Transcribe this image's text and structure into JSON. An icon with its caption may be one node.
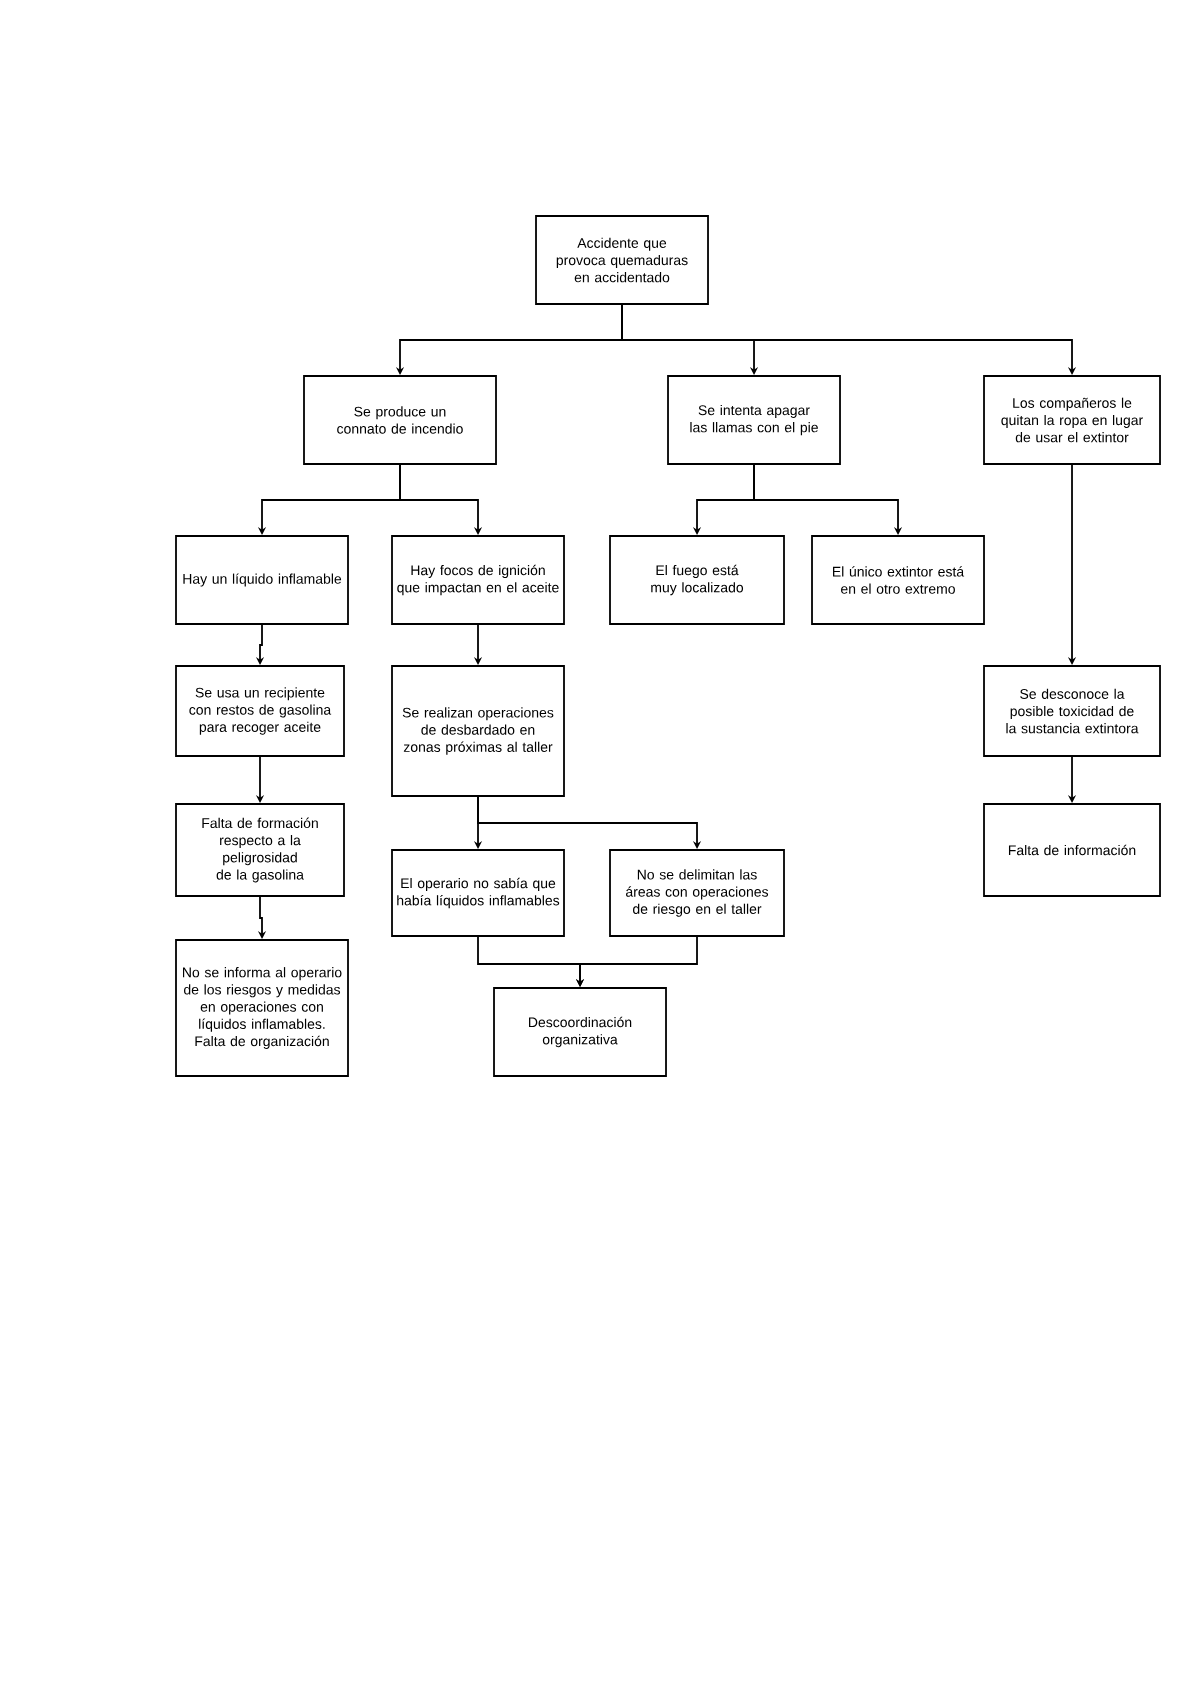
{
  "diagram": {
    "nodes": [
      {
        "text": [
          "Accidente que provoca quemaduras en accidentado"
        ]
      },
      {
        "text": [
          "Se produce un connato de incendio"
        ]
      },
      {
        "text": [
          "Se intenta apagar las llamas con el pie"
        ]
      },
      {
        "text": [
          "Los compañeros le quitan la ropa en lugar de usar el extintor"
        ]
      },
      {
        "text": [
          "Hay un líquido inflamable"
        ]
      },
      {
        "text": [
          "Hay focos de ignición que impactan en el aceite"
        ]
      },
      {
        "text": [
          "El fuego está muy localizado"
        ]
      },
      {
        "text": [
          "El único extintor está en el otro extremo"
        ]
      },
      {
        "text": [
          "Se usa un recipiente con restos de gasolina para recoger aceite"
        ]
      },
      {
        "text": [
          "Se realizan operaciones de desbardado en zonas próximas al taller"
        ]
      },
      {
        "text": [
          "Se desconoce la posible toxicidad de la sustancia extintora"
        ]
      },
      {
        "text": [
          "Falta de formación respecto a la peligrosidad de la gasolina"
        ]
      },
      {
        "text": [
          "El operario no sabía que había líquidos inflamables"
        ]
      },
      {
        "text": [
          "No se delimitan las áreas con operaciones de riesgo en el taller"
        ]
      },
      {
        "text": [
          "Falta de información"
        ]
      },
      {
        "text": [
          "No se informa al operario de los riesgos y medidas en operaciones con líquidos inflamables. Falta de organización"
        ]
      },
      {
        "text": [
          "Descoordinación organizativa"
        ]
      }
    ],
    "edges": [
      {
        "from": 0,
        "to": 1,
        "arrow": "to"
      },
      {
        "from": 0,
        "to": 2,
        "arrow": "to"
      },
      {
        "from": 0,
        "to": 3,
        "arrow": "to"
      },
      {
        "from": 1,
        "to": 4,
        "arrow": "to"
      },
      {
        "from": 1,
        "to": 5,
        "arrow": "to"
      },
      {
        "from": 2,
        "to": 6,
        "arrow": "to"
      },
      {
        "from": 2,
        "to": 7,
        "arrow": "to"
      },
      {
        "from": 4,
        "to": 8,
        "arrow": "to"
      },
      {
        "from": 5,
        "to": 9,
        "arrow": "to"
      },
      {
        "from": 3,
        "to": 10,
        "arrow": "to"
      },
      {
        "from": 8,
        "to": 11,
        "arrow": "to"
      },
      {
        "from": 9,
        "to": 12,
        "arrow": "to"
      },
      {
        "from": 9,
        "to": 13,
        "arrow": "to"
      },
      {
        "from": 10,
        "to": 14,
        "arrow": "to"
      },
      {
        "from": 11,
        "to": 15,
        "arrow": "to"
      },
      {
        "from": 12,
        "to": 16,
        "arrow": "to"
      },
      {
        "from": 13,
        "to": 16,
        "arrow": "to"
      }
    ]
  }
}
